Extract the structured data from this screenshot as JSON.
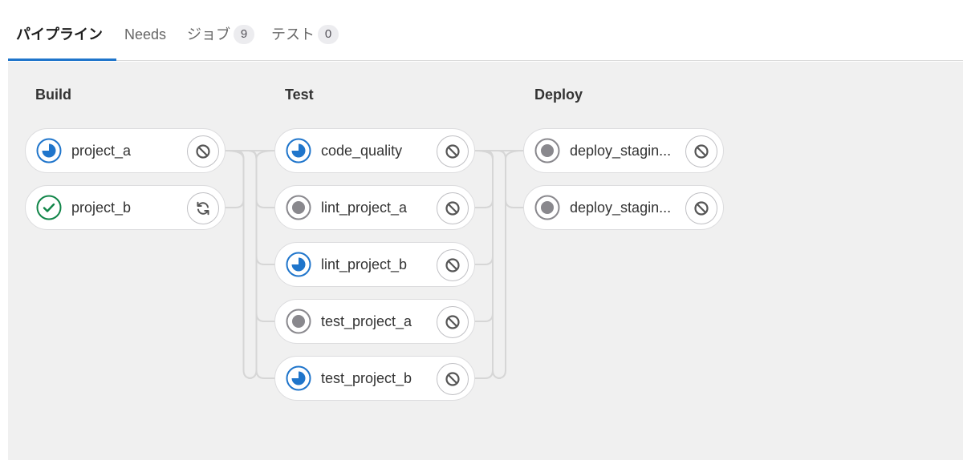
{
  "tabs": [
    {
      "label": "パイプライン",
      "active": true
    },
    {
      "label": "Needs"
    },
    {
      "label": "ジョブ",
      "count": "9"
    },
    {
      "label": "テスト",
      "count": "0"
    }
  ],
  "stages": [
    {
      "title": "Build",
      "jobs": [
        {
          "name": "project_a",
          "status": "running-icon",
          "action": "cancel-icon"
        },
        {
          "name": "project_b",
          "status": "success-icon",
          "action": "retry-icon"
        }
      ]
    },
    {
      "title": "Test",
      "jobs": [
        {
          "name": "code_quality",
          "status": "running-icon",
          "action": "cancel-icon"
        },
        {
          "name": "lint_project_a",
          "status": "pending-icon",
          "action": "cancel-icon"
        },
        {
          "name": "lint_project_b",
          "status": "running-icon",
          "action": "cancel-icon"
        },
        {
          "name": "test_project_a",
          "status": "pending-icon",
          "action": "cancel-icon"
        },
        {
          "name": "test_project_b",
          "status": "running-icon",
          "action": "cancel-icon"
        }
      ]
    },
    {
      "title": "Deploy",
      "jobs": [
        {
          "name": "deploy_stagin...",
          "status": "pending-icon",
          "action": "cancel-icon"
        },
        {
          "name": "deploy_stagin...",
          "status": "pending-icon",
          "action": "cancel-icon"
        }
      ]
    }
  ],
  "colors": {
    "running": "#1f75cb",
    "success": "#108548",
    "pending": "#89888d",
    "tab_underline": "#1f75cb",
    "graph_background": "#f0f0f0"
  }
}
